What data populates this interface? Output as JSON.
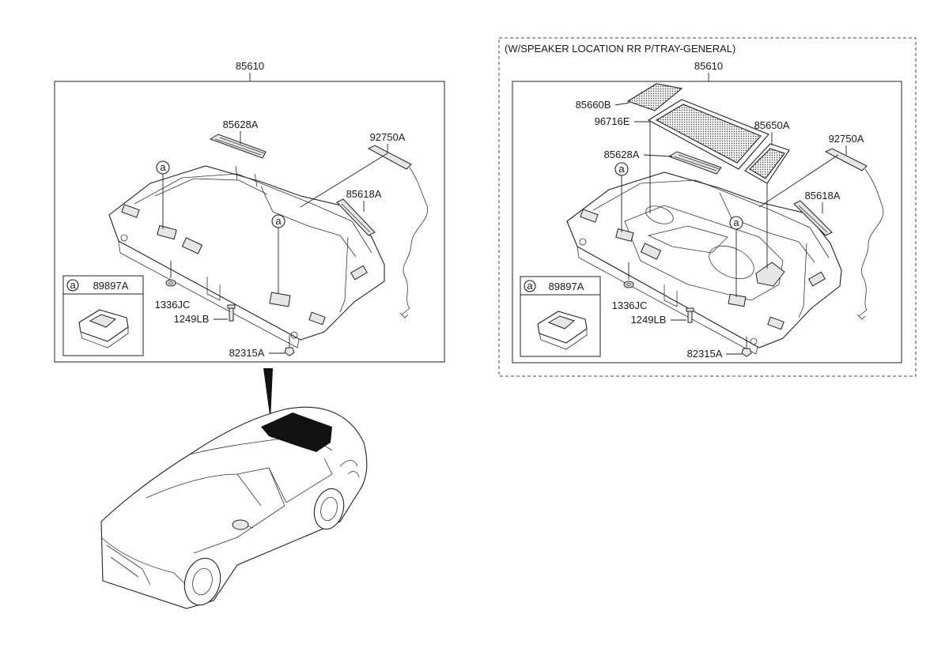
{
  "left_panel": {
    "assembly_label": "85610",
    "callouts": {
      "grille_center": "85628A",
      "speaker_harness": "92750A",
      "grille_right": "85618A",
      "clip": "1336JC",
      "bolt": "1249LB",
      "fastener": "82315A"
    },
    "marker_letter": "a",
    "detail_inset": {
      "marker_letter": "a",
      "part_number": "89897A"
    }
  },
  "right_panel": {
    "variant_caption": "(W/SPEAKER LOCATION RR P/TRAY-GENERAL)",
    "assembly_label": "85610",
    "callouts": {
      "mesh_small": "85660B",
      "mesh_large": "96716E",
      "mesh_right": "85650A",
      "grille_center": "85628A",
      "speaker_harness": "92750A",
      "grille_right": "85618A",
      "clip": "1336JC",
      "bolt": "1249LB",
      "fastener": "82315A"
    },
    "marker_letter": "a",
    "detail_inset": {
      "marker_letter": "a",
      "part_number": "89897A"
    }
  },
  "colors": {
    "line": "#222222",
    "fill": "#ffffff",
    "highlight": "#111111"
  }
}
